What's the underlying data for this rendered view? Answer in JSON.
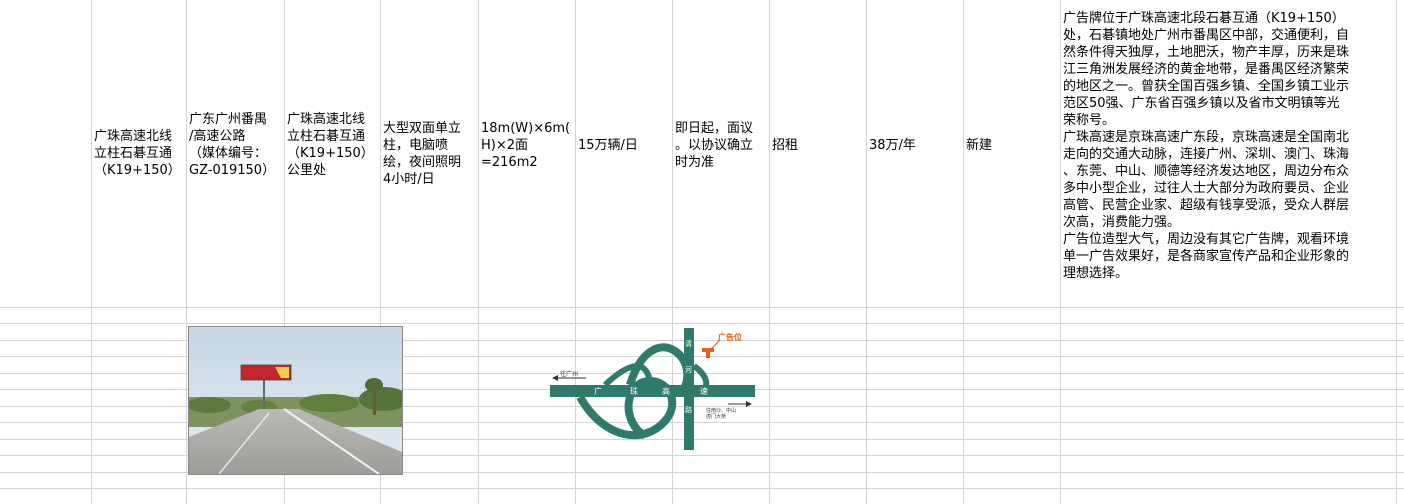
{
  "row": {
    "name": "广珠高速北线\n立柱石碁互通\n（K19+150）",
    "location": "广东广州番禺\n/高速公路\n（媒体编号：\nGZ-019150）",
    "position": "广珠高速北线\n立柱石碁互通\n（K19+150）\n公里处",
    "form": "大型双面单立\n柱，电脑喷\n绘，夜间照明\n4小时/日",
    "size": "18m(W)×6m(\nH)×2面\n=216m2",
    "traffic": "15万辆/日",
    "period": "即日起，面议\n。以协议确立\n时为准",
    "status": "招租",
    "price": "38万/年",
    "type": "新建",
    "description": "广告牌位于广珠高速北段石碁互通（K19+150）\n处，石碁镇地处广州市番禺区中部，交通便利，自\n然条件得天独厚，土地肥沃，物产丰厚，历来是珠\n江三角洲发展经济的黄金地带，是番禺区经济繁荣\n的地区之一。曾获全国百强乡镇、全国乡镇工业示\n范区50强、广东省百强乡镇以及省市文明镇等光\n荣称号。\n广珠高速是京珠高速广东段，京珠高速是全国南北\n走向的交通大动脉，连接广州、深圳、澳门、珠海\n、东莞、中山、顺德等经济发达地区，周边分布众\n多中小型企业，过往人士大部分为政府要员、企业\n高管、民营企业家、超级有钱享受派，受众人群层\n次高，消费能力强。\n广告位造型大气，周边没有其它广告牌，观看环境\n单一广告效果好，是各商家宣传产品和企业形象的\n理想选择。"
  },
  "map": {
    "ad_label": "广告位",
    "to_guangzhou": "往广州",
    "to_south": "往南沙、中山\n虎门大桥",
    "road_h_chars": [
      "广",
      "珠",
      "高",
      "速"
    ],
    "road_v_chars": [
      "清",
      "河",
      "路"
    ]
  },
  "colors": {
    "road": "#2e7b6e",
    "accent": "#e8601a"
  }
}
